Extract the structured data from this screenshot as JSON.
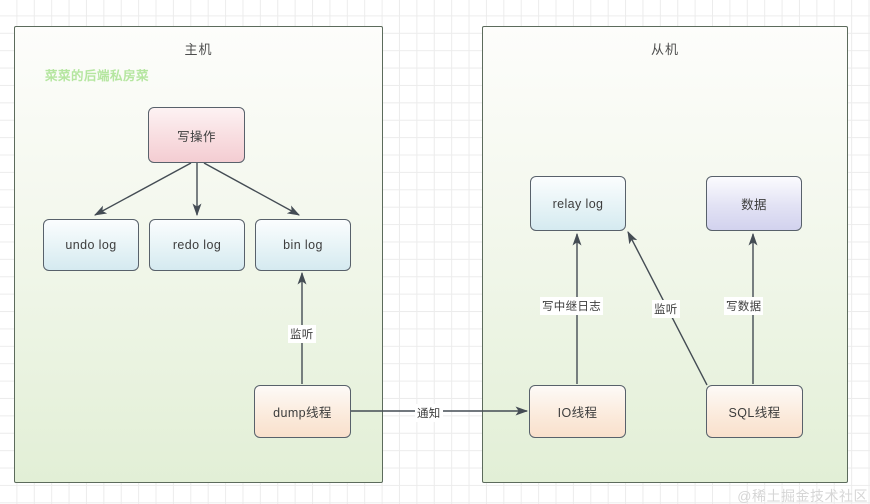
{
  "diagram": {
    "title_master": "主机",
    "title_slave": "从机",
    "watermark_brand": "菜菜的后端私房菜",
    "watermark_bottom": "@稀土掘金技术社区",
    "colors": {
      "panel_border": "#5c6b5c",
      "panel_fill_top": "#fdfdfb",
      "panel_fill_bottom": "#e2efd6",
      "node_border": "#58616b",
      "pink": "#f4cdd2",
      "blue": "#d5eaf0",
      "peach": "#f9e0cc",
      "purple": "#d2d2ee",
      "brand_green": "#b5e6a0",
      "grid": "#ececec"
    }
  },
  "nodes": {
    "write_op": "写操作",
    "undo_log": "undo log",
    "redo_log": "redo log",
    "bin_log": "bin log",
    "dump_thread": "dump线程",
    "relay_log": "relay log",
    "data": "数据",
    "io_thread": "IO线程",
    "sql_thread": "SQL线程"
  },
  "edge_labels": {
    "listen_binlog": "监听",
    "notify": "通知",
    "write_relay_log": "写中继日志",
    "listen_relay": "监听",
    "write_data": "写数据"
  },
  "edges": [
    {
      "from": "write_op",
      "to": "undo_log",
      "label": ""
    },
    {
      "from": "write_op",
      "to": "redo_log",
      "label": ""
    },
    {
      "from": "write_op",
      "to": "bin_log",
      "label": ""
    },
    {
      "from": "dump_thread",
      "to": "bin_log",
      "label": "监听"
    },
    {
      "from": "dump_thread",
      "to": "io_thread",
      "label": "通知"
    },
    {
      "from": "io_thread",
      "to": "relay_log",
      "label": "写中继日志"
    },
    {
      "from": "sql_thread",
      "to": "relay_log",
      "label": "监听"
    },
    {
      "from": "sql_thread",
      "to": "data",
      "label": "写数据"
    }
  ]
}
